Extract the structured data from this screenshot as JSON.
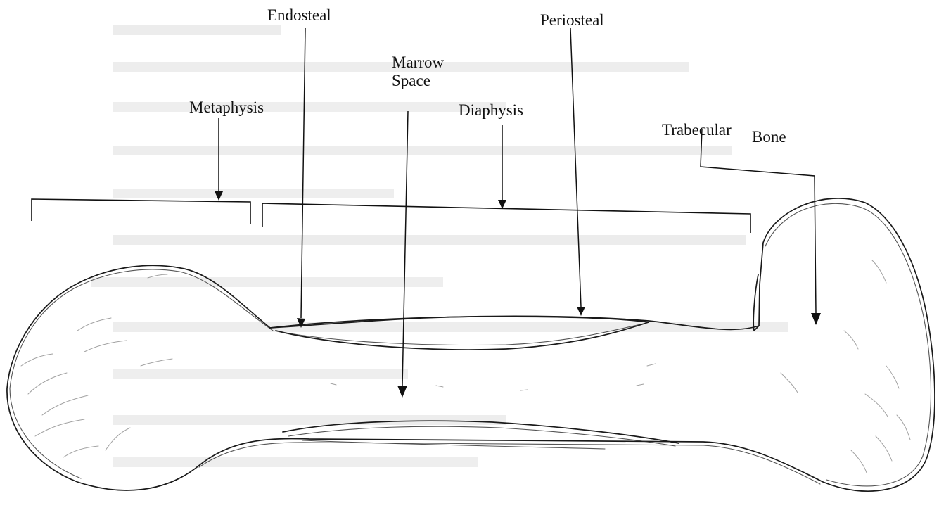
{
  "labels": {
    "endosteal": "Endosteal",
    "periosteal": "Periosteal",
    "marrow_line1": "Marrow",
    "marrow_line2": "Space",
    "metaphysis": "Metaphysis",
    "diaphysis": "Diaphysis",
    "trabecular_line1": "Trabecular",
    "trabecular_line2": "Bone"
  },
  "colors": {
    "ink": "#111111",
    "background": "#ffffff",
    "show_through_text": "#e7e7e7"
  }
}
